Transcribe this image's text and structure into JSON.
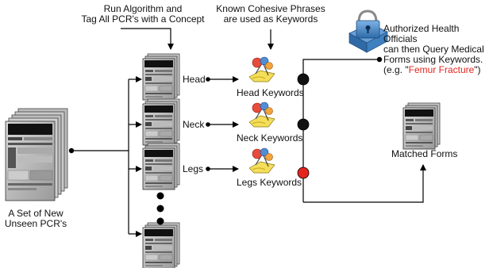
{
  "annotations": {
    "algorithm_line1": "Run Algorithm and",
    "algorithm_line2": "Tag All PCR's with a Concept",
    "phrases_line1": "Known Cohesive Phrases",
    "phrases_line2": "are used as Keywords",
    "query_line1": "Authorized Health Officials",
    "query_line2": "can then Query Medical",
    "query_line3": "Forms using Keywords.",
    "query_example_prefix": "(e.g. \"",
    "query_example_term": "Femur Fracture",
    "query_example_suffix": "\")"
  },
  "input_stack": {
    "label_line1": "A Set of New",
    "label_line2": "Unseen PCR's"
  },
  "concepts": [
    {
      "tag": "Head",
      "keywords": "Head Keywords",
      "node_color": "#111111"
    },
    {
      "tag": "Neck",
      "keywords": "Neck Keywords",
      "node_color": "#111111"
    },
    {
      "tag": "Legs",
      "keywords": "Legs Keywords",
      "node_color": "#e5251d"
    }
  ],
  "output": {
    "label": "Matched Forms"
  },
  "colors": {
    "highlight": "#e5251d",
    "line": "#000000"
  }
}
